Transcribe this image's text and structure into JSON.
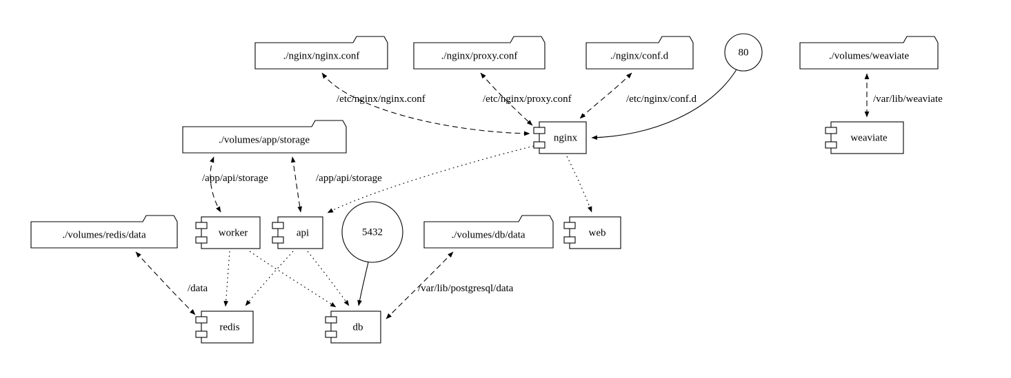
{
  "diagram": {
    "type": "docker-compose-architecture-graph",
    "nodes": {
      "nginx_conf_volume": {
        "label": "./nginx/nginx.conf",
        "shape": "folder"
      },
      "proxy_conf_volume": {
        "label": "./nginx/proxy.conf",
        "shape": "folder"
      },
      "confd_volume": {
        "label": "./nginx/conf.d",
        "shape": "folder"
      },
      "weaviate_volume": {
        "label": "./volumes/weaviate",
        "shape": "folder"
      },
      "app_storage_volume": {
        "label": "./volumes/app/storage",
        "shape": "folder"
      },
      "redis_data_volume": {
        "label": "./volumes/redis/data",
        "shape": "folder"
      },
      "db_data_volume": {
        "label": "./volumes/db/data",
        "shape": "folder"
      },
      "port_80": {
        "label": "80",
        "shape": "circle"
      },
      "port_5432": {
        "label": "5432",
        "shape": "circle"
      },
      "nginx_service": {
        "label": "nginx",
        "shape": "component"
      },
      "weaviate_service": {
        "label": "weaviate",
        "shape": "component"
      },
      "worker_service": {
        "label": "worker",
        "shape": "component"
      },
      "api_service": {
        "label": "api",
        "shape": "component"
      },
      "web_service": {
        "label": "web",
        "shape": "component"
      },
      "redis_service": {
        "label": "redis",
        "shape": "component"
      },
      "db_service": {
        "label": "db",
        "shape": "component"
      }
    },
    "edge_labels": {
      "nginx_conf_mount": "/etc/nginx/nginx.conf",
      "proxy_conf_mount": "/etc/nginx/proxy.conf",
      "confd_mount": "/etc/nginx/conf.d",
      "weaviate_mount": "/var/lib/weaviate",
      "worker_storage_mount": "/app/api/storage",
      "api_storage_mount": "/app/api/storage",
      "redis_mount": "/data",
      "db_mount": "/var/lib/postgresql/data"
    },
    "colors": {
      "stroke": "#000000",
      "background": "#ffffff"
    }
  }
}
